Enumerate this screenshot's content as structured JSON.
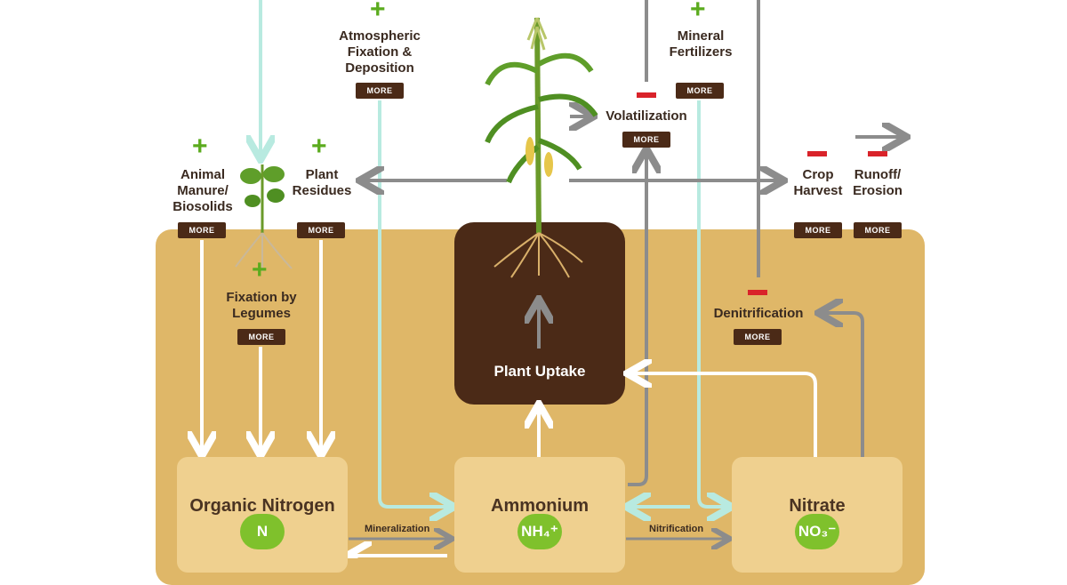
{
  "sources": {
    "atmospheric": "Atmospheric Fixation & Deposition",
    "mineral": "Mineral Fertilizers",
    "animal": "Animal Manure/ Biosolids",
    "plant_residues": "Plant Residues",
    "legumes": "Fixation by Legumes"
  },
  "losses": {
    "volatilization": "Volatilization",
    "crop_harvest": "Crop Harvest",
    "runoff": "Runoff/ Erosion",
    "denitrification": "Denitrification"
  },
  "plant_uptake": "Plant Uptake",
  "pools": {
    "organic": {
      "title": "Organic Nitrogen",
      "symbol": "N"
    },
    "ammonium": {
      "title": "Ammonium",
      "symbol": "NH₄⁺"
    },
    "nitrate": {
      "title": "Nitrate",
      "symbol": "NO₃⁻"
    }
  },
  "processes": {
    "mineralization": "Mineralization",
    "nitrification": "Nitrification"
  },
  "more_label": "MORE",
  "plus": "+",
  "colors": {
    "soil": "#dfb768",
    "pit": "#4b2a17",
    "pool_box": "#efd08f",
    "badge_green": "#7fc12c",
    "plus_green": "#5bab1e",
    "minus_red": "#d9232a",
    "arrow_gray": "#8c8c8c",
    "arrow_teal": "#b8eae0"
  }
}
